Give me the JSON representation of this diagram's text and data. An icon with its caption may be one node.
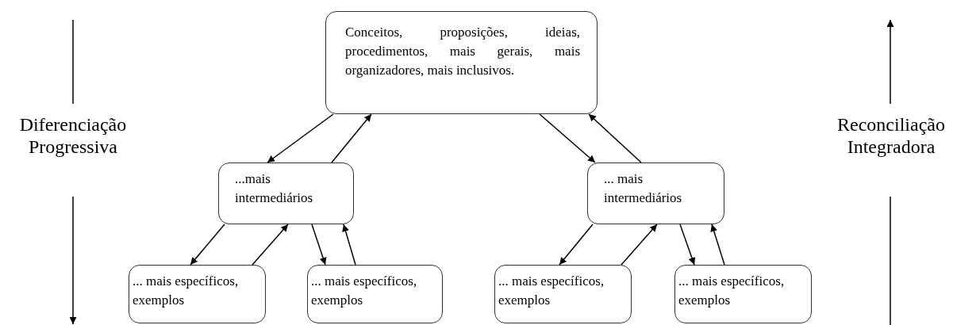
{
  "diagram": {
    "nodes": [
      {
        "text": [
          "Conceitos, proposições, ideias, procedimentos, mais gerais, mais organizadores, mais inclusivos."
        ]
      },
      {
        "text": [
          "...mais intermediários"
        ]
      },
      {
        "text": [
          "... mais intermediários"
        ]
      },
      {
        "text": [
          "... mais específicos, exemplos"
        ]
      },
      {
        "text": [
          "... mais específicos, exemplos"
        ]
      },
      {
        "text": [
          "... mais específicos, exemplos"
        ]
      },
      {
        "text": [
          "... mais específicos, exemplos"
        ]
      }
    ],
    "edges": [
      {
        "from": 0,
        "to": 1,
        "arrow": "to"
      },
      {
        "from": 1,
        "to": 0,
        "arrow": "to"
      },
      {
        "from": 0,
        "to": 2,
        "arrow": "to"
      },
      {
        "from": 2,
        "to": 0,
        "arrow": "to"
      },
      {
        "from": 1,
        "to": 3,
        "arrow": "to"
      },
      {
        "from": 3,
        "to": 1,
        "arrow": "to"
      },
      {
        "from": 1,
        "to": 4,
        "arrow": "to"
      },
      {
        "from": 4,
        "to": 1,
        "arrow": "to"
      },
      {
        "from": 2,
        "to": 5,
        "arrow": "to"
      },
      {
        "from": 5,
        "to": 2,
        "arrow": "to"
      },
      {
        "from": 2,
        "to": 6,
        "arrow": "to"
      },
      {
        "from": 6,
        "to": 2,
        "arrow": "to"
      }
    ],
    "labels": [
      "Diferenciação Progressiva",
      "Reconciliação Integradora"
    ]
  }
}
